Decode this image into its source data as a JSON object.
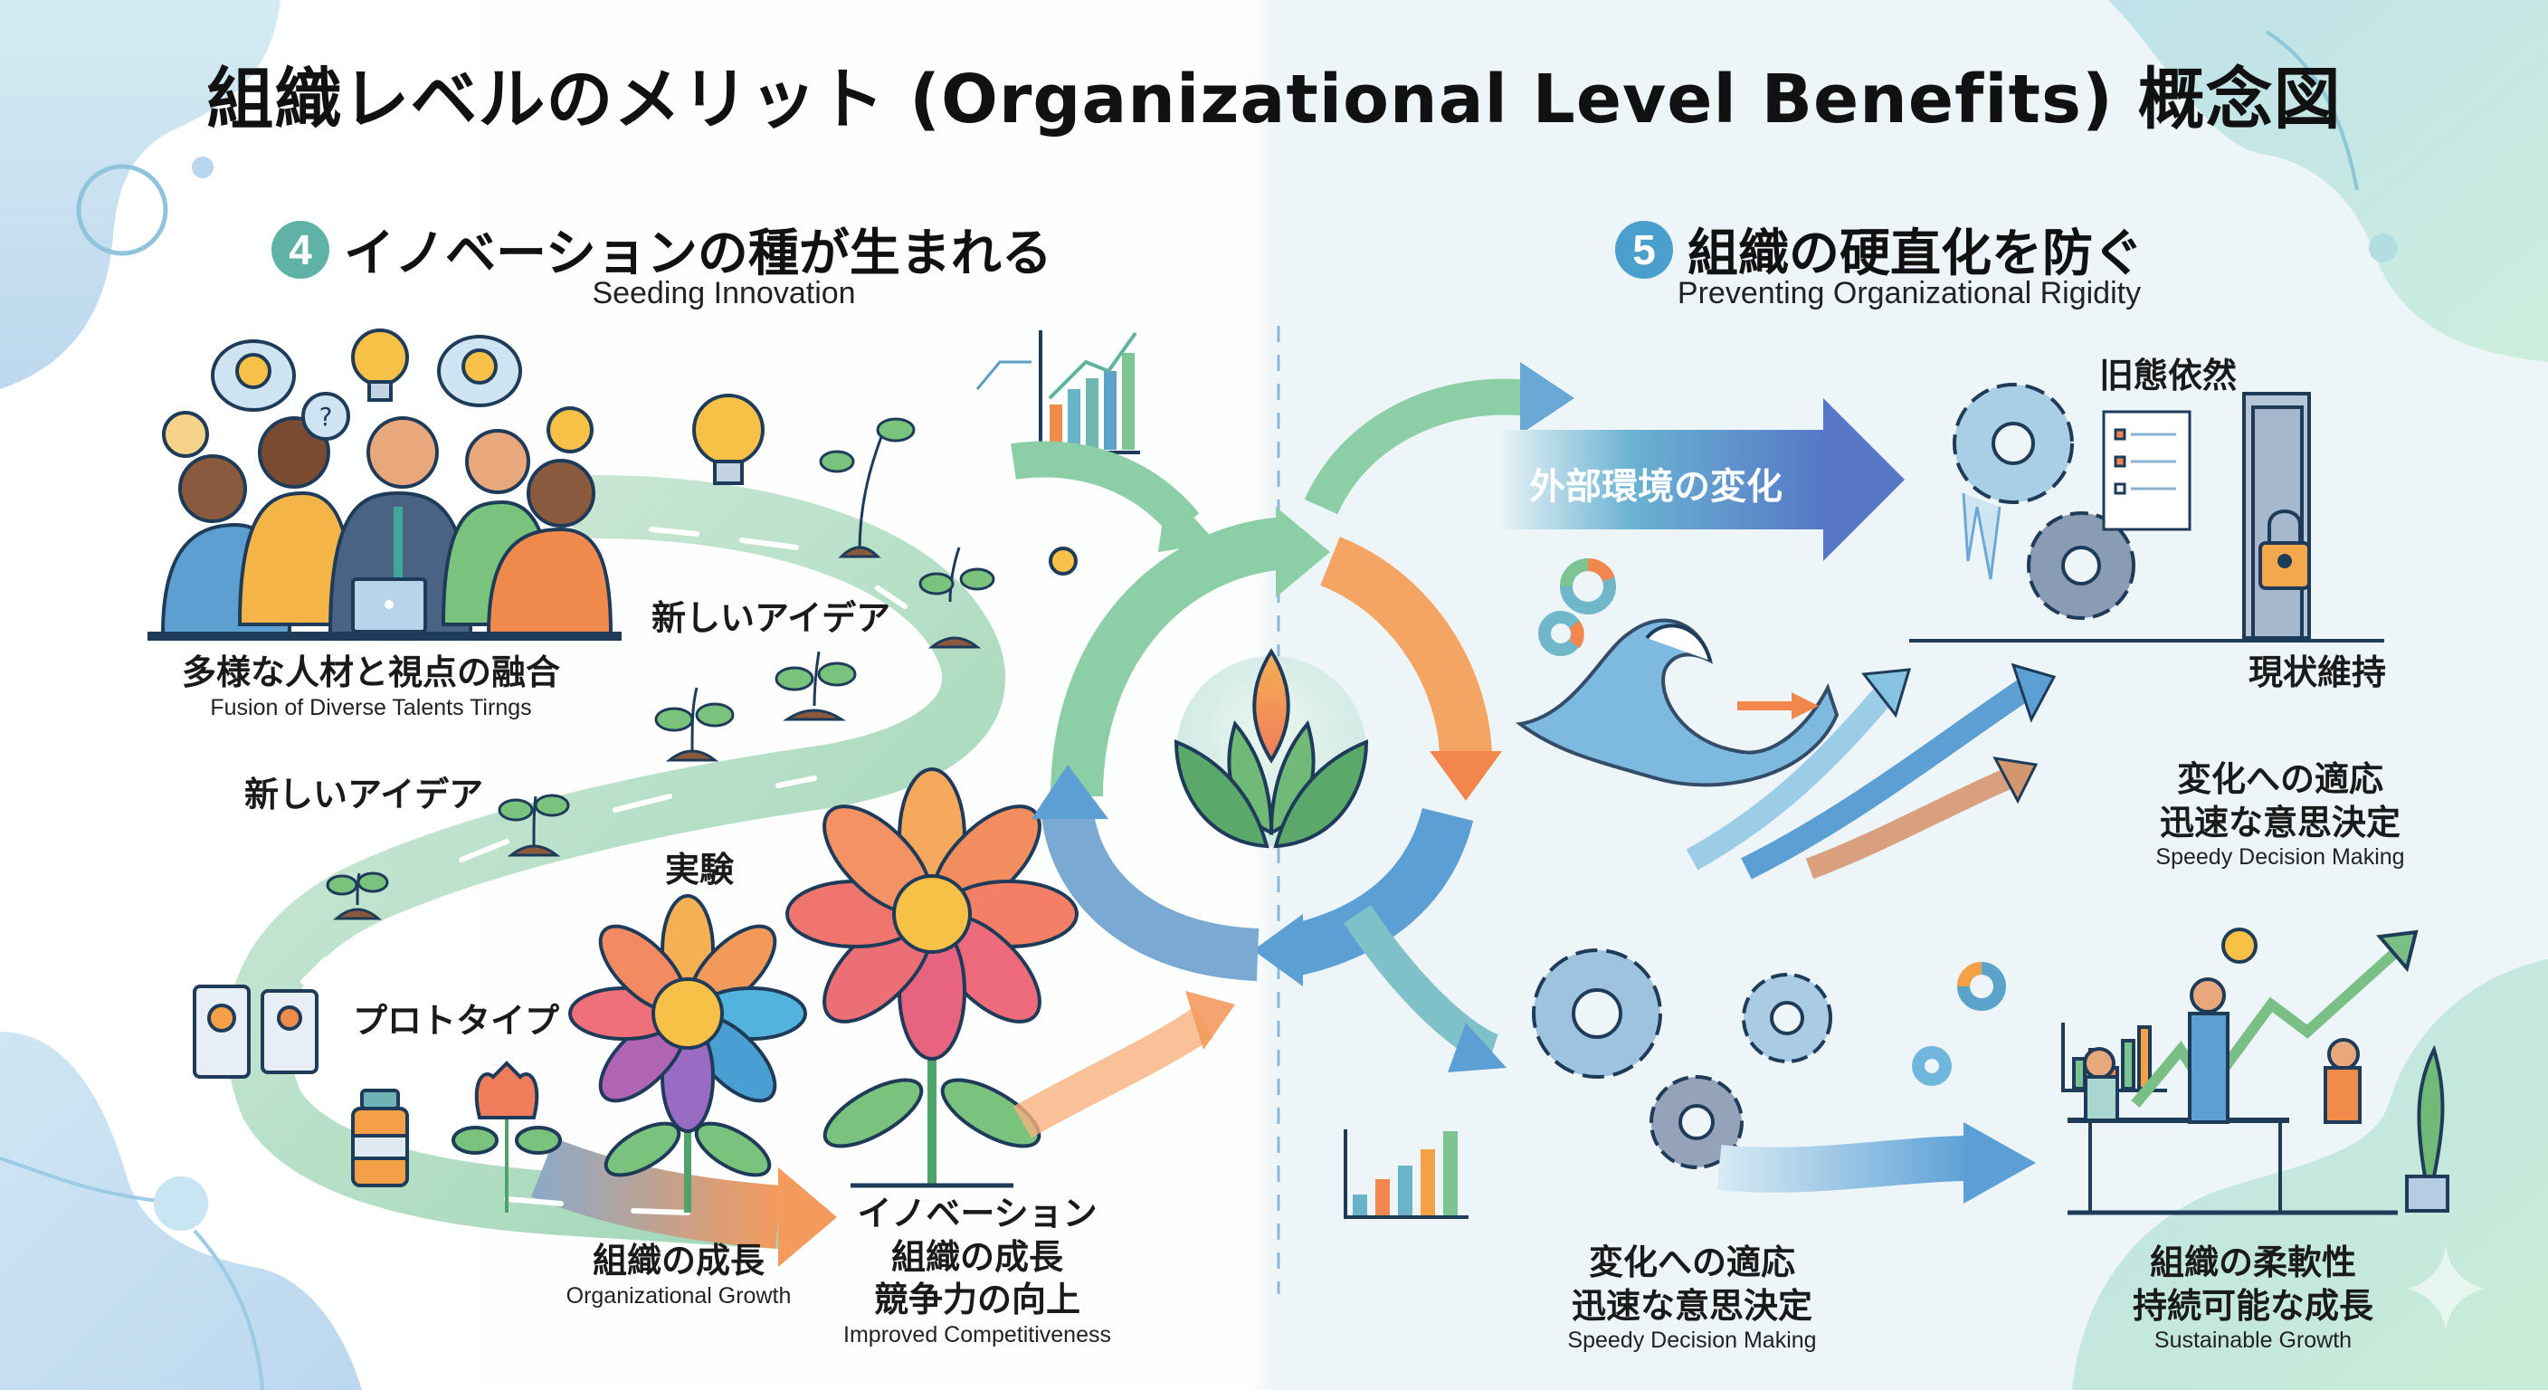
{
  "title": "組織レベルのメリット (Organizational Level Benefits) 概念図",
  "colors": {
    "teal_badge": "#5fb3a6",
    "blue_badge": "#4a9fcc",
    "green_arrow": "#7ec6a0",
    "orange_arrow": "#f29a5a",
    "blue_arrow": "#5b9fd4",
    "dark_outline": "#1f3b5a",
    "bulb_yellow": "#f7c046"
  },
  "section4": {
    "number": "4",
    "title": "イノベーションの種が生まれる",
    "subtitle": "Seeding Innovation",
    "labels": {
      "diverse_jp": "多様な人材と視点の融合",
      "diverse_en": "Fusion of Diverse Talents Tirngs",
      "new_idea_1": "新しいアイデア",
      "new_idea_2": "新しいアイデア",
      "experiment": "実験",
      "prototype": "プロトタイプ",
      "growth_jp": "組織の成長",
      "growth_en": "Organizational Growth",
      "innov_line1": "イノベーション",
      "innov_line2": "組織の成長",
      "innov_line3": "競争力の向上",
      "innov_en": "Improved Competitiveness"
    }
  },
  "section5": {
    "number": "5",
    "title": "組織の硬直化を防ぐ",
    "subtitle": "Preventing Organizational Rigidity",
    "labels": {
      "external_change": "外部環境の変化",
      "old_ways": "旧態依然",
      "status_quo": "現状維持",
      "adapt_line1": "変化への適応",
      "adapt_line2": "迅速な意思決定",
      "adapt_en": "Speedy Decision Making",
      "adapt2_line1": "変化への適応",
      "adapt2_line2": "迅速な意思決定",
      "adapt2_en": "Speedy Decision Making",
      "flex_line1": "組織の柔軟性",
      "flex_line2": "持続可能な成長",
      "flex_en": "Sustainable Growth"
    }
  },
  "icons": [
    "lightbulb-icon",
    "thought-bubble-icon",
    "question-bubble-icon",
    "people-meeting-icon",
    "sprout-icon",
    "bar-chart-icon",
    "flower-icon",
    "tulip-icon",
    "document-icon",
    "bottle-icon",
    "cycle-arrows-icon",
    "lotus-icon",
    "wave-icon",
    "gear-icon",
    "frozen-gear-icon",
    "lock-icon",
    "door-icon",
    "checklist-icon",
    "donut-chart-icon",
    "team-table-icon",
    "trend-arrow-icon",
    "plant-pot-icon",
    "sparkle-icon"
  ]
}
